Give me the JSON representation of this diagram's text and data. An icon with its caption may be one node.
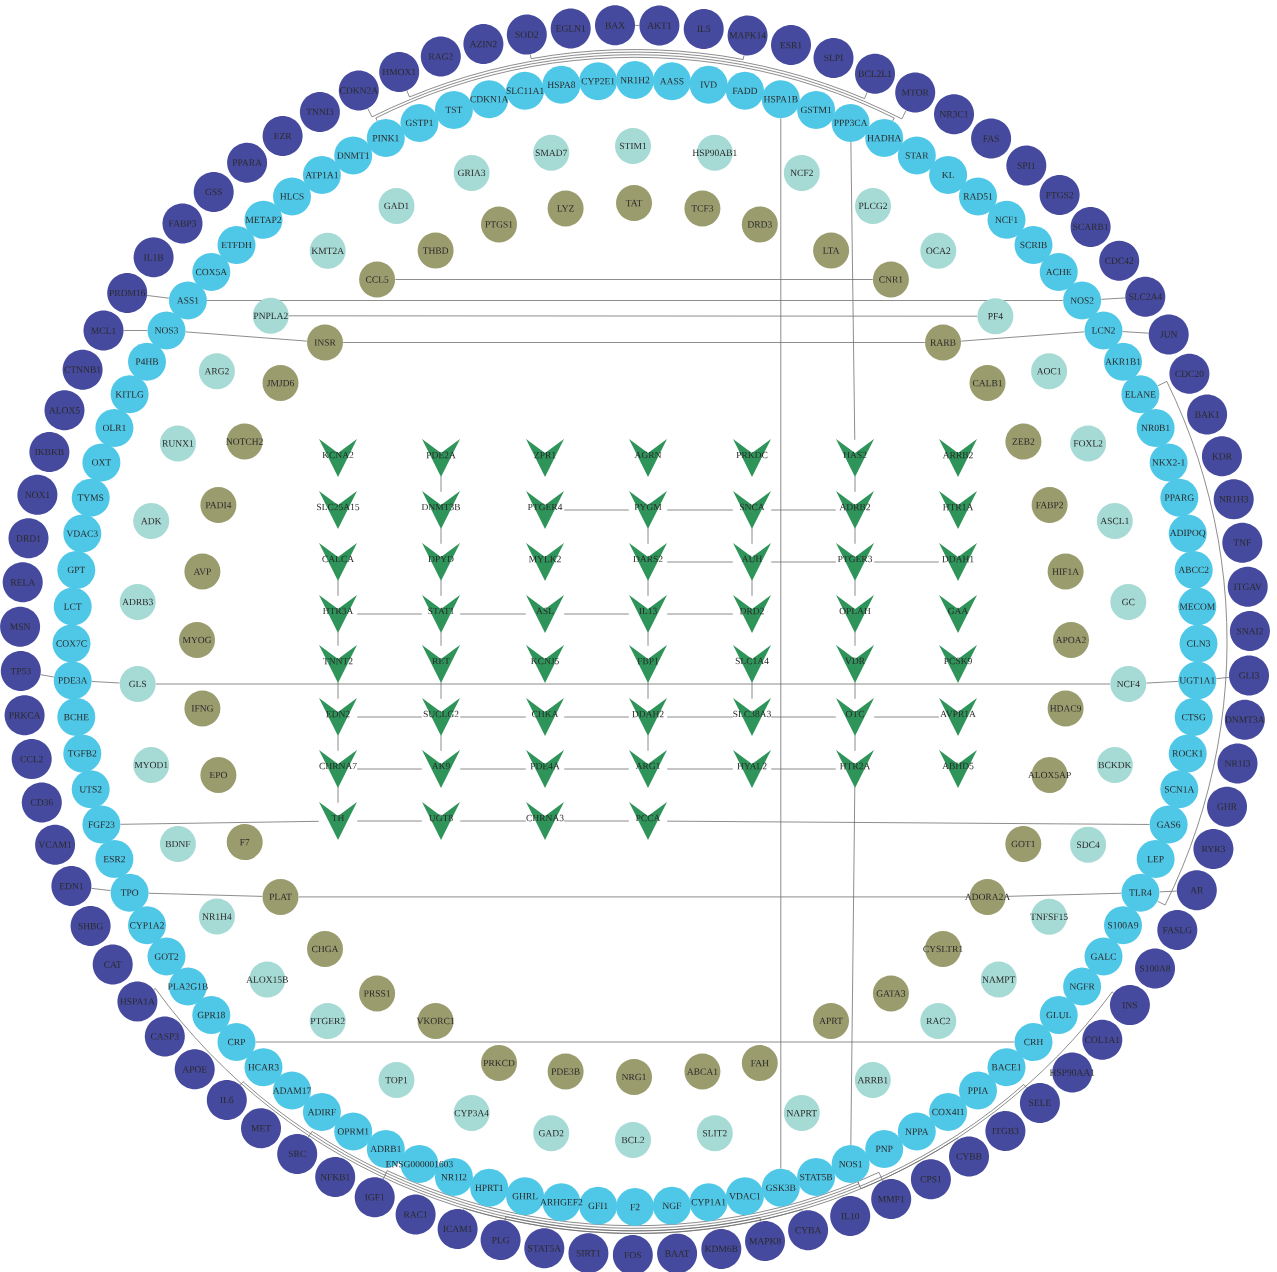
{
  "diagram": {
    "nodes": [
      {
        "text": [
          "BAX"
        ]
      },
      {
        "text": [
          "AKT1"
        ]
      },
      {
        "text": [
          "IL5"
        ]
      },
      {
        "text": [
          "MAPK14"
        ]
      },
      {
        "text": [
          "ESR1"
        ]
      },
      {
        "text": [
          "SLPI"
        ]
      },
      {
        "text": [
          "BCL2L1"
        ]
      },
      {
        "text": [
          "MTOR"
        ]
      },
      {
        "text": [
          "NR3C1"
        ]
      },
      {
        "text": [
          "FAS"
        ]
      },
      {
        "text": [
          "SPI1"
        ]
      },
      {
        "text": [
          "PTGS2"
        ]
      },
      {
        "text": [
          "SCARB1"
        ]
      },
      {
        "text": [
          "CDC42"
        ]
      },
      {
        "text": [
          "SLC2A4"
        ]
      },
      {
        "text": [
          "JUN"
        ]
      },
      {
        "text": [
          "CDC20"
        ]
      },
      {
        "text": [
          "BAK1"
        ]
      },
      {
        "text": [
          "KDR"
        ]
      },
      {
        "text": [
          "NR1H3"
        ]
      },
      {
        "text": [
          "TNF"
        ]
      },
      {
        "text": [
          "ITGAV"
        ]
      },
      {
        "text": [
          "SNAI2"
        ]
      },
      {
        "text": [
          "GLI3"
        ]
      },
      {
        "text": [
          "DNMT3A"
        ]
      },
      {
        "text": [
          "NR1I3"
        ]
      },
      {
        "text": [
          "GHR"
        ]
      },
      {
        "text": [
          "RYR3"
        ]
      },
      {
        "text": [
          "AR"
        ]
      },
      {
        "text": [
          "FASLG"
        ]
      },
      {
        "text": [
          "S100A8"
        ]
      },
      {
        "text": [
          "INS"
        ]
      },
      {
        "text": [
          "COL1A1"
        ]
      },
      {
        "text": [
          "HSP90AA1"
        ]
      },
      {
        "text": [
          "SELE"
        ]
      },
      {
        "text": [
          "ITGB3"
        ]
      },
      {
        "text": [
          "CYBB"
        ]
      },
      {
        "text": [
          "CPS1"
        ]
      },
      {
        "text": [
          "MMP1"
        ]
      },
      {
        "text": [
          "IL10"
        ]
      },
      {
        "text": [
          "CYBA"
        ]
      },
      {
        "text": [
          "MAPK8"
        ]
      },
      {
        "text": [
          "KDM6B"
        ]
      },
      {
        "text": [
          "BAAT"
        ]
      },
      {
        "text": [
          "FOS"
        ]
      },
      {
        "text": [
          "SIRT1"
        ]
      },
      {
        "text": [
          "STAT5A"
        ]
      },
      {
        "text": [
          "PLG"
        ]
      },
      {
        "text": [
          "ICAM1"
        ]
      },
      {
        "text": [
          "RAC1"
        ]
      },
      {
        "text": [
          "IGF1"
        ]
      },
      {
        "text": [
          "NFKB1"
        ]
      },
      {
        "text": [
          "SRC"
        ]
      },
      {
        "text": [
          "MET"
        ]
      },
      {
        "text": [
          "IL6"
        ]
      },
      {
        "text": [
          "APOE"
        ]
      },
      {
        "text": [
          "CASP3"
        ]
      },
      {
        "text": [
          "HSPA1A"
        ]
      },
      {
        "text": [
          "CAT"
        ]
      },
      {
        "text": [
          "SHBG"
        ]
      },
      {
        "text": [
          "EDN1"
        ]
      },
      {
        "text": [
          "VCAM1"
        ]
      },
      {
        "text": [
          "CD36"
        ]
      },
      {
        "text": [
          "CCL2"
        ]
      },
      {
        "text": [
          "PRKCA"
        ]
      },
      {
        "text": [
          "TP53"
        ]
      },
      {
        "text": [
          "MSN"
        ]
      },
      {
        "text": [
          "RELA"
        ]
      },
      {
        "text": [
          "DRD1"
        ]
      },
      {
        "text": [
          "NOX1"
        ]
      },
      {
        "text": [
          "IKBKB"
        ]
      },
      {
        "text": [
          "ALOX5"
        ]
      },
      {
        "text": [
          "CTNNB1"
        ]
      },
      {
        "text": [
          "MCL1"
        ]
      },
      {
        "text": [
          "PRDM16"
        ]
      },
      {
        "text": [
          "IL1B"
        ]
      },
      {
        "text": [
          "FABP3"
        ]
      },
      {
        "text": [
          "GSS"
        ]
      },
      {
        "text": [
          "PPARA"
        ]
      },
      {
        "text": [
          "EZR"
        ]
      },
      {
        "text": [
          "TNNI3"
        ]
      },
      {
        "text": [
          "CDKN2A"
        ]
      },
      {
        "text": [
          "HMOX1"
        ]
      },
      {
        "text": [
          "RAG2"
        ]
      },
      {
        "text": [
          "AZIN2"
        ]
      },
      {
        "text": [
          "SOD2"
        ]
      },
      {
        "text": [
          "EGLN1"
        ]
      },
      {
        "text": [
          "NR1H2"
        ]
      },
      {
        "text": [
          "AASS"
        ]
      },
      {
        "text": [
          "IVD"
        ]
      },
      {
        "text": [
          "FADD"
        ]
      },
      {
        "text": [
          "HSPA1B"
        ]
      },
      {
        "text": [
          "GSTM1"
        ]
      },
      {
        "text": [
          "PPP3CA"
        ]
      },
      {
        "text": [
          "HADHA"
        ]
      },
      {
        "text": [
          "STAR"
        ]
      },
      {
        "text": [
          "KL"
        ]
      },
      {
        "text": [
          "RAD51"
        ]
      },
      {
        "text": [
          "NCF1"
        ]
      },
      {
        "text": [
          "SCRIB"
        ]
      },
      {
        "text": [
          "ACHE"
        ]
      },
      {
        "text": [
          "NOS2"
        ]
      },
      {
        "text": [
          "LCN2"
        ]
      },
      {
        "text": [
          "AKR1B1"
        ]
      },
      {
        "text": [
          "ELANE"
        ]
      },
      {
        "text": [
          "NR0B1"
        ]
      },
      {
        "text": [
          "NKX2-1"
        ]
      },
      {
        "text": [
          "PPARG"
        ]
      },
      {
        "text": [
          "ADIPOQ"
        ]
      },
      {
        "text": [
          "ABCC2"
        ]
      },
      {
        "text": [
          "MECOM"
        ]
      },
      {
        "text": [
          "CLN3"
        ]
      },
      {
        "text": [
          "UGT1A1"
        ]
      },
      {
        "text": [
          "CTSG"
        ]
      },
      {
        "text": [
          "ROCK1"
        ]
      },
      {
        "text": [
          "SCN1A"
        ]
      },
      {
        "text": [
          "GAS6"
        ]
      },
      {
        "text": [
          "LEP"
        ]
      },
      {
        "text": [
          "TLR4"
        ]
      },
      {
        "text": [
          "S100A9"
        ]
      },
      {
        "text": [
          "GALC"
        ]
      },
      {
        "text": [
          "NGFR"
        ]
      },
      {
        "text": [
          "GLUL"
        ]
      },
      {
        "text": [
          "CRH"
        ]
      },
      {
        "text": [
          "BACE1"
        ]
      },
      {
        "text": [
          "PPIA"
        ]
      },
      {
        "text": [
          "COX4I1"
        ]
      },
      {
        "text": [
          "NPPA"
        ]
      },
      {
        "text": [
          "PNP"
        ]
      },
      {
        "text": [
          "NOS1"
        ]
      },
      {
        "text": [
          "STAT5B"
        ]
      },
      {
        "text": [
          "GSK3B"
        ]
      },
      {
        "text": [
          "VDAC1"
        ]
      },
      {
        "text": [
          "CYP1A1"
        ]
      },
      {
        "text": [
          "NGF"
        ]
      },
      {
        "text": [
          "F2"
        ]
      },
      {
        "text": [
          "GFI1"
        ]
      },
      {
        "text": [
          "ARHGEF2"
        ]
      },
      {
        "text": [
          "GHRL"
        ]
      },
      {
        "text": [
          "HPRT1"
        ]
      },
      {
        "text": [
          "NR1I2"
        ]
      },
      {
        "text": [
          "ENSG000001603"
        ]
      },
      {
        "text": [
          "ADRB1"
        ]
      },
      {
        "text": [
          "OPRM1"
        ]
      },
      {
        "text": [
          "ADIRF"
        ]
      },
      {
        "text": [
          "ADAM17"
        ]
      },
      {
        "text": [
          "HCAR3"
        ]
      },
      {
        "text": [
          "CRP"
        ]
      },
      {
        "text": [
          "GPR18"
        ]
      },
      {
        "text": [
          "PLA2G1B"
        ]
      },
      {
        "text": [
          "GOT2"
        ]
      },
      {
        "text": [
          "CYP1A2"
        ]
      },
      {
        "text": [
          "TPO"
        ]
      },
      {
        "text": [
          "ESR2"
        ]
      },
      {
        "text": [
          "FGF23"
        ]
      },
      {
        "text": [
          "UTS2"
        ]
      },
      {
        "text": [
          "TGFB2"
        ]
      },
      {
        "text": [
          "BCHE"
        ]
      },
      {
        "text": [
          "PDE3A"
        ]
      },
      {
        "text": [
          "COX7C"
        ]
      },
      {
        "text": [
          "LCT"
        ]
      },
      {
        "text": [
          "GPT"
        ]
      },
      {
        "text": [
          "VDAC3"
        ]
      },
      {
        "text": [
          "TYMS"
        ]
      },
      {
        "text": [
          "OXT"
        ]
      },
      {
        "text": [
          "OLR1"
        ]
      },
      {
        "text": [
          "KITLG"
        ]
      },
      {
        "text": [
          "P4HB"
        ]
      },
      {
        "text": [
          "NOS3"
        ]
      },
      {
        "text": [
          "ASS1"
        ]
      },
      {
        "text": [
          "COX5A"
        ]
      },
      {
        "text": [
          "ETFDH"
        ]
      },
      {
        "text": [
          "METAP2"
        ]
      },
      {
        "text": [
          "HLCS"
        ]
      },
      {
        "text": [
          "ATP1A1"
        ]
      },
      {
        "text": [
          "DNMT1"
        ]
      },
      {
        "text": [
          "PINK1"
        ]
      },
      {
        "text": [
          "GSTP1"
        ]
      },
      {
        "text": [
          "TST"
        ]
      },
      {
        "text": [
          "CDKN1A"
        ]
      },
      {
        "text": [
          "SLC11A1"
        ]
      },
      {
        "text": [
          "HSPA8"
        ]
      },
      {
        "text": [
          "CYP2E1"
        ]
      },
      {
        "text": [
          "STIM1"
        ]
      },
      {
        "text": [
          "HSP90AB1"
        ]
      },
      {
        "text": [
          "NCF2"
        ]
      },
      {
        "text": [
          "PLCG2"
        ]
      },
      {
        "text": [
          "OCA2"
        ]
      },
      {
        "text": [
          "PF4"
        ]
      },
      {
        "text": [
          "AOC1"
        ]
      },
      {
        "text": [
          "FOXL2"
        ]
      },
      {
        "text": [
          "ASCL1"
        ]
      },
      {
        "text": [
          "GC"
        ]
      },
      {
        "text": [
          "NCF4"
        ]
      },
      {
        "text": [
          "BCKDK"
        ]
      },
      {
        "text": [
          "SDC4"
        ]
      },
      {
        "text": [
          "TNFSF15"
        ]
      },
      {
        "text": [
          "NAMPT"
        ]
      },
      {
        "text": [
          "RAC2"
        ]
      },
      {
        "text": [
          "ARRB1"
        ]
      },
      {
        "text": [
          "NAPRT"
        ]
      },
      {
        "text": [
          "SLIT2"
        ]
      },
      {
        "text": [
          "BCL2"
        ]
      },
      {
        "text": [
          "GAD2"
        ]
      },
      {
        "text": [
          "CYP3A4"
        ]
      },
      {
        "text": [
          "TOP1"
        ]
      },
      {
        "text": [
          "PTGER2"
        ]
      },
      {
        "text": [
          "ALOX15B"
        ]
      },
      {
        "text": [
          "NR1H4"
        ]
      },
      {
        "text": [
          "BDNF"
        ]
      },
      {
        "text": [
          "MYOD1"
        ]
      },
      {
        "text": [
          "GLS"
        ]
      },
      {
        "text": [
          "ADRB3"
        ]
      },
      {
        "text": [
          "ADK"
        ]
      },
      {
        "text": [
          "RUNX1"
        ]
      },
      {
        "text": [
          "ARG2"
        ]
      },
      {
        "text": [
          "PNPLA2"
        ]
      },
      {
        "text": [
          "KMT2A"
        ]
      },
      {
        "text": [
          "GAD1"
        ]
      },
      {
        "text": [
          "GRIA3"
        ]
      },
      {
        "text": [
          "SMAD7"
        ]
      },
      {
        "text": [
          "TAT"
        ]
      },
      {
        "text": [
          "TCF3"
        ]
      },
      {
        "text": [
          "DRD3"
        ]
      },
      {
        "text": [
          "LTA"
        ]
      },
      {
        "text": [
          "CNR1"
        ]
      },
      {
        "text": [
          "RARB"
        ]
      },
      {
        "text": [
          "CALB1"
        ]
      },
      {
        "text": [
          "ZEB2"
        ]
      },
      {
        "text": [
          "FABP2"
        ]
      },
      {
        "text": [
          "HIF1A"
        ]
      },
      {
        "text": [
          "APOA2"
        ]
      },
      {
        "text": [
          "HDAC9"
        ]
      },
      {
        "text": [
          "ALOX5AP"
        ]
      },
      {
        "text": [
          "GOT1"
        ]
      },
      {
        "text": [
          "ADORA2A"
        ]
      },
      {
        "text": [
          "CYSLTR1"
        ]
      },
      {
        "text": [
          "GATA3"
        ]
      },
      {
        "text": [
          "APRT"
        ]
      },
      {
        "text": [
          "FAH"
        ]
      },
      {
        "text": [
          "ABCA1"
        ]
      },
      {
        "text": [
          "NRG1"
        ]
      },
      {
        "text": [
          "PDE3B"
        ]
      },
      {
        "text": [
          "PRKCD"
        ]
      },
      {
        "text": [
          "VKORC1"
        ]
      },
      {
        "text": [
          "PRSS1"
        ]
      },
      {
        "text": [
          "CHGA"
        ]
      },
      {
        "text": [
          "PLAT"
        ]
      },
      {
        "text": [
          "F7"
        ]
      },
      {
        "text": [
          "EPO"
        ]
      },
      {
        "text": [
          "IFNG"
        ]
      },
      {
        "text": [
          "MYOG"
        ]
      },
      {
        "text": [
          "AVP"
        ]
      },
      {
        "text": [
          "PADI4"
        ]
      },
      {
        "text": [
          "NOTCH2"
        ]
      },
      {
        "text": [
          "JMJD6"
        ]
      },
      {
        "text": [
          "INSR"
        ]
      },
      {
        "text": [
          "CCL5"
        ]
      },
      {
        "text": [
          "THBD"
        ]
      },
      {
        "text": [
          "PTGS1"
        ]
      },
      {
        "text": [
          "LYZ"
        ]
      },
      {
        "text": [
          "KCNA2"
        ]
      },
      {
        "text": [
          "PDE2A"
        ]
      },
      {
        "text": [
          "ZPR1"
        ]
      },
      {
        "text": [
          "AGRN"
        ]
      },
      {
        "text": [
          "PRKDC"
        ]
      },
      {
        "text": [
          "HAS2"
        ]
      },
      {
        "text": [
          "ARRB2"
        ]
      },
      {
        "text": [
          "SLC25A15"
        ]
      },
      {
        "text": [
          "DNMT3B"
        ]
      },
      {
        "text": [
          "PTGER4"
        ]
      },
      {
        "text": [
          "PYGM"
        ]
      },
      {
        "text": [
          "SNCA"
        ]
      },
      {
        "text": [
          "ADRB2"
        ]
      },
      {
        "text": [
          "HTR1A"
        ]
      },
      {
        "text": [
          "CALCA"
        ]
      },
      {
        "text": [
          "DPYD"
        ]
      },
      {
        "text": [
          "MYLK2"
        ]
      },
      {
        "text": [
          "DARS2"
        ]
      },
      {
        "text": [
          "AUH"
        ]
      },
      {
        "text": [
          "PTGER3"
        ]
      },
      {
        "text": [
          "DDAH1"
        ]
      },
      {
        "text": [
          "HTR3A"
        ]
      },
      {
        "text": [
          "STAT1"
        ]
      },
      {
        "text": [
          "ASL"
        ]
      },
      {
        "text": [
          "IL13"
        ]
      },
      {
        "text": [
          "DRD2"
        ]
      },
      {
        "text": [
          "OPLAH"
        ]
      },
      {
        "text": [
          "GAA"
        ]
      },
      {
        "text": [
          "TNNT2"
        ]
      },
      {
        "text": [
          "RET"
        ]
      },
      {
        "text": [
          "KCNJ5"
        ]
      },
      {
        "text": [
          "FBP1"
        ]
      },
      {
        "text": [
          "SLC1A4"
        ]
      },
      {
        "text": [
          "VDR"
        ]
      },
      {
        "text": [
          "PCSK9"
        ]
      },
      {
        "text": [
          "EDN2"
        ]
      },
      {
        "text": [
          "SUCLG2"
        ]
      },
      {
        "text": [
          "CHKA"
        ]
      },
      {
        "text": [
          "DDAH2"
        ]
      },
      {
        "text": [
          "SLC38A3"
        ]
      },
      {
        "text": [
          "OTC"
        ]
      },
      {
        "text": [
          "AVPR1A"
        ]
      },
      {
        "text": [
          "CHRNA7"
        ]
      },
      {
        "text": [
          "AK9"
        ]
      },
      {
        "text": [
          "PDE4A"
        ]
      },
      {
        "text": [
          "ARG1"
        ]
      },
      {
        "text": [
          "HYAL2"
        ]
      },
      {
        "text": [
          "HTR2A"
        ]
      },
      {
        "text": [
          "ABHD5"
        ]
      },
      {
        "text": [
          "TH"
        ]
      },
      {
        "text": [
          "UGT8"
        ]
      },
      {
        "text": [
          "CHRNA3"
        ]
      },
      {
        "text": [
          "PCCA"
        ]
      }
    ],
    "edges": [
      {
        "from": 0,
        "to": 1,
        "arrow": "none"
      },
      {
        "from": 85,
        "to": 3,
        "arrow": "none"
      },
      {
        "from": 82,
        "to": 6,
        "arrow": "none"
      },
      {
        "from": 81,
        "to": 7,
        "arrow": "none"
      },
      {
        "from": 176,
        "to": 94,
        "arrow": "none"
      },
      {
        "from": 91,
        "to": 131,
        "arrow": "none"
      },
      {
        "from": 257,
        "to": 225,
        "arrow": "none"
      },
      {
        "from": 74,
        "to": 169,
        "arrow": "none"
      },
      {
        "from": 169,
        "to": 101,
        "arrow": "none"
      },
      {
        "from": 101,
        "to": 14,
        "arrow": "none"
      },
      {
        "from": 216,
        "to": 188,
        "arrow": "none"
      },
      {
        "from": 73,
        "to": 168,
        "arrow": "none"
      },
      {
        "from": 102,
        "to": 15,
        "arrow": "none"
      },
      {
        "from": 104,
        "to": 118,
        "arrow": "none"
      },
      {
        "from": 60,
        "to": 152,
        "arrow": "none"
      },
      {
        "from": 118,
        "to": 28,
        "arrow": "none"
      },
      {
        "from": 57,
        "to": 31,
        "arrow": "none"
      },
      {
        "from": 147,
        "to": 123,
        "arrow": "none"
      },
      {
        "from": 54,
        "to": 34,
        "arrow": "none"
      },
      {
        "from": 52,
        "to": 129,
        "arrow": "none"
      },
      {
        "from": 129,
        "to": 36,
        "arrow": "none"
      },
      {
        "from": 50,
        "to": 38,
        "arrow": "none"
      },
      {
        "from": 48,
        "to": 40,
        "arrow": "none"
      },
      {
        "from": 47,
        "to": 41,
        "arrow": "none"
      },
      {
        "from": 168,
        "to": 256,
        "arrow": "none"
      },
      {
        "from": 256,
        "to": 226,
        "arrow": "none"
      },
      {
        "from": 226,
        "to": 102,
        "arrow": "none"
      },
      {
        "from": 65,
        "to": 158,
        "arrow": "none"
      },
      {
        "from": 158,
        "to": 211,
        "arrow": "none"
      },
      {
        "from": 211,
        "to": 193,
        "arrow": "none"
      },
      {
        "from": 193,
        "to": 112,
        "arrow": "none"
      },
      {
        "from": 112,
        "to": 23,
        "arrow": "none"
      },
      {
        "from": 152,
        "to": 247,
        "arrow": "none"
      },
      {
        "from": 247,
        "to": 235,
        "arrow": "none"
      },
      {
        "from": 235,
        "to": 118,
        "arrow": "none"
      },
      {
        "from": 154,
        "to": 310,
        "arrow": "none"
      },
      {
        "from": 310,
        "to": 311,
        "arrow": "none"
      },
      {
        "from": 311,
        "to": 312,
        "arrow": "none"
      },
      {
        "from": 312,
        "to": 313,
        "arrow": "none"
      },
      {
        "from": 313,
        "to": 116,
        "arrow": "none"
      },
      {
        "from": 93,
        "to": 266,
        "arrow": "none"
      },
      {
        "from": 266,
        "to": 273,
        "arrow": "none"
      },
      {
        "from": 273,
        "to": 280,
        "arrow": "none"
      },
      {
        "from": 280,
        "to": 287,
        "arrow": "none"
      },
      {
        "from": 287,
        "to": 294,
        "arrow": "none"
      },
      {
        "from": 294,
        "to": 301,
        "arrow": "none"
      },
      {
        "from": 301,
        "to": 308,
        "arrow": "none"
      },
      {
        "from": 308,
        "to": 129,
        "arrow": "none"
      },
      {
        "from": 262,
        "to": 269,
        "arrow": "none"
      },
      {
        "from": 269,
        "to": 276,
        "arrow": "none"
      },
      {
        "from": 276,
        "to": 283,
        "arrow": "none"
      },
      {
        "from": 283,
        "to": 290,
        "arrow": "none"
      },
      {
        "from": 290,
        "to": 297,
        "arrow": "none"
      },
      {
        "from": 297,
        "to": 304,
        "arrow": "none"
      },
      {
        "from": 275,
        "to": 282,
        "arrow": "none"
      },
      {
        "from": 282,
        "to": 289,
        "arrow": "none"
      },
      {
        "from": 289,
        "to": 296,
        "arrow": "none"
      },
      {
        "from": 296,
        "to": 303,
        "arrow": "none"
      },
      {
        "from": 303,
        "to": 310,
        "arrow": "none"
      },
      {
        "from": 271,
        "to": 278,
        "arrow": "none"
      },
      {
        "from": 278,
        "to": 285,
        "arrow": "none"
      },
      {
        "from": 285,
        "to": 292,
        "arrow": "none"
      },
      {
        "from": 292,
        "to": 299,
        "arrow": "none"
      },
      {
        "from": 299,
        "to": 306,
        "arrow": "none"
      },
      {
        "from": 272,
        "to": 279,
        "arrow": "none"
      },
      {
        "from": 279,
        "to": 286,
        "arrow": "none"
      },
      {
        "from": 293,
        "to": 300,
        "arrow": "none"
      },
      {
        "from": 270,
        "to": 271,
        "arrow": "none"
      },
      {
        "from": 271,
        "to": 272,
        "arrow": "none"
      },
      {
        "from": 272,
        "to": 273,
        "arrow": "none"
      },
      {
        "from": 278,
        "to": 279,
        "arrow": "none"
      },
      {
        "from": 279,
        "to": 280,
        "arrow": "none"
      },
      {
        "from": 280,
        "to": 281,
        "arrow": "none"
      },
      {
        "from": 282,
        "to": 283,
        "arrow": "none"
      },
      {
        "from": 283,
        "to": 284,
        "arrow": "none"
      },
      {
        "from": 284,
        "to": 285,
        "arrow": "none"
      },
      {
        "from": 285,
        "to": 286,
        "arrow": "none"
      },
      {
        "from": 296,
        "to": 297,
        "arrow": "none"
      },
      {
        "from": 297,
        "to": 298,
        "arrow": "none"
      },
      {
        "from": 298,
        "to": 299,
        "arrow": "none"
      },
      {
        "from": 299,
        "to": 300,
        "arrow": "none"
      },
      {
        "from": 300,
        "to": 301,
        "arrow": "none"
      },
      {
        "from": 301,
        "to": 302,
        "arrow": "none"
      },
      {
        "from": 303,
        "to": 304,
        "arrow": "none"
      },
      {
        "from": 304,
        "to": 305,
        "arrow": "none"
      },
      {
        "from": 305,
        "to": 306,
        "arrow": "none"
      },
      {
        "from": 306,
        "to": 307,
        "arrow": "none"
      },
      {
        "from": 307,
        "to": 308,
        "arrow": "none"
      }
    ]
  }
}
